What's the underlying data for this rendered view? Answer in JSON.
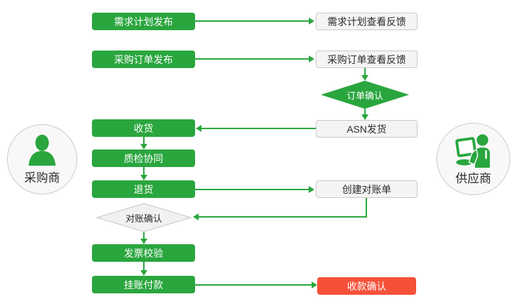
{
  "palette": {
    "green": "#2aa63e",
    "red": "#f55139",
    "light_node_bg": "#f4f4f4",
    "light_node_border": "#c9c9c9",
    "text_dark": "#2b2b2b",
    "text_light": "#ffffff"
  },
  "actors": {
    "buyer": {
      "label": "采购商",
      "icon": "person-icon"
    },
    "supplier": {
      "label": "供应商",
      "icon": "person-laptop-icon"
    }
  },
  "buyer_lane": {
    "demand_plan_publish": "需求计划发布",
    "po_publish": "采购订单发布",
    "receive_goods": "收货",
    "quality_collaboration": "质检协同",
    "return_goods": "退货",
    "reconciliation_confirm": "对账确认",
    "invoice_verification": "发票校验",
    "booked_payment": "挂账付款"
  },
  "supplier_lane": {
    "demand_plan_feedback": "需求计划查看反馈",
    "po_feedback": "采购订单查看反馈",
    "order_confirm": "订单确认",
    "asn_shipment": "ASN发货",
    "create_statement": "创建对账单",
    "payment_receipt_confirm": "收款确认"
  }
}
